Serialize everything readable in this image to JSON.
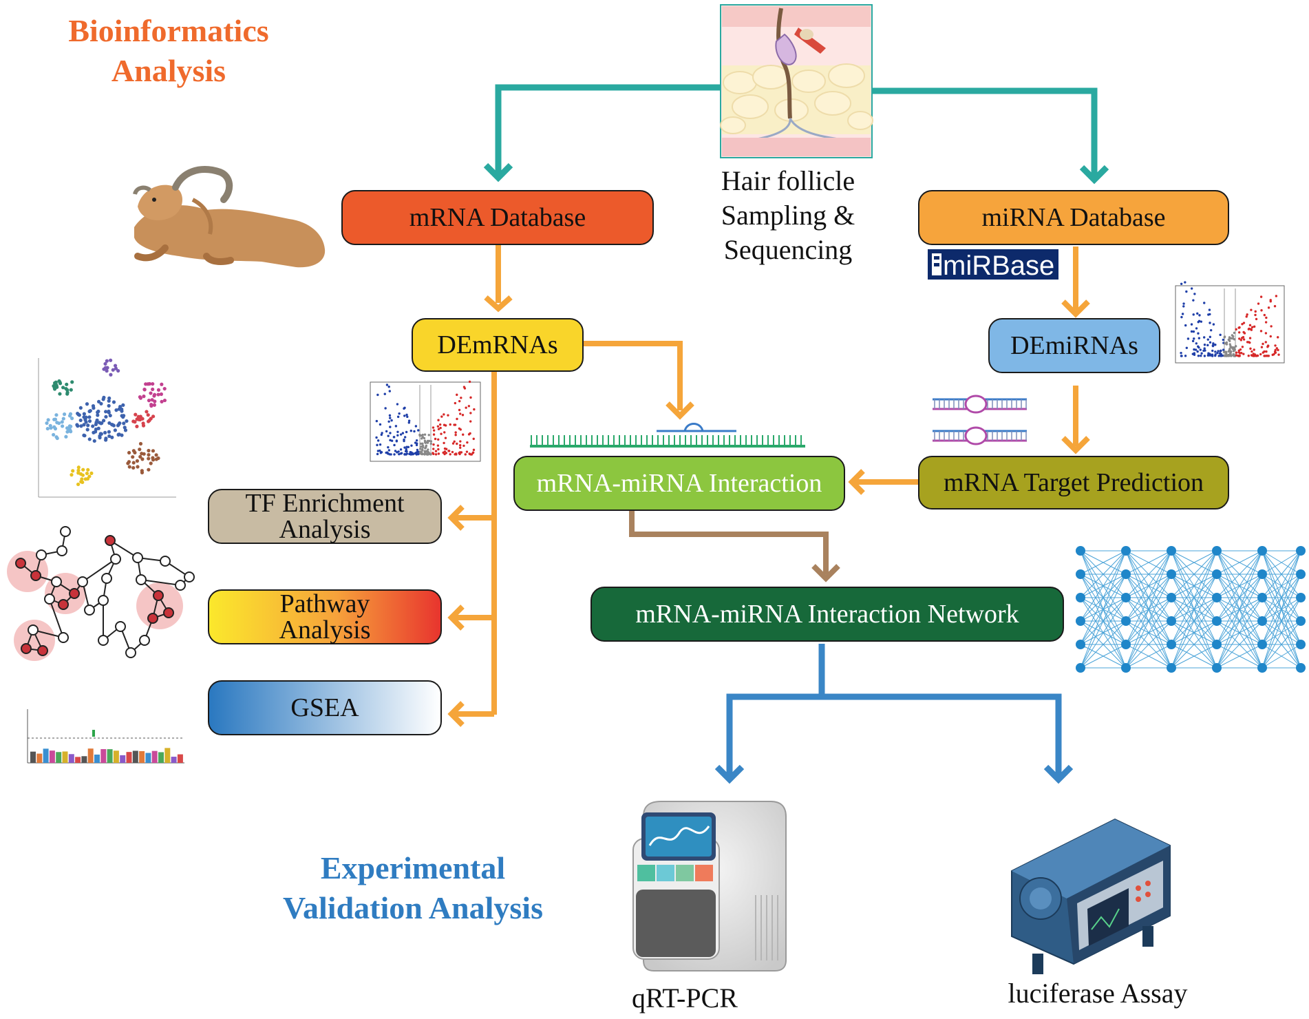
{
  "headings": {
    "bioinformatics": [
      "Bioinformatics",
      "Analysis"
    ],
    "experimental": [
      "Experimental",
      "Validation Analysis"
    ]
  },
  "sample_label": [
    "Hair follicle",
    "Sampling &",
    "Sequencing"
  ],
  "nodes": {
    "mrna_db": "mRNA Database",
    "mirna_db": "miRNA Database",
    "demrnas": "DEmRNAs",
    "demirnas": "DEmiRNAs",
    "interaction": "mRNA-miRNA Interaction",
    "target_prediction": "mRNA Target Prediction",
    "tf_enrichment": [
      "TF Enrichment",
      "Analysis"
    ],
    "pathway": [
      "Pathway",
      "Analysis"
    ],
    "gsea": "GSEA",
    "network": "mRNA-miRNA Interaction Network"
  },
  "mirbase_logo": "miRBase",
  "outputs": {
    "qrtpcr": "qRT-PCR",
    "luciferase": "luciferase Assay"
  },
  "colors": {
    "teal_arrow": "#2aa9a0",
    "orange_arrow": "#f5a53a",
    "brown_arrow": "#a9825e",
    "blue_arrow": "#3a86c6",
    "bioinformatics_heading": "#ef6a2c",
    "experimental_heading": "#2f7cc1",
    "mrna_db_fill": "#ec5a2b",
    "mirna_db_fill": "#f6a43c",
    "demrnas_fill": "#f9d52a",
    "demirnas_fill": "#7fb7e6",
    "interaction_fill": "#8cc63f",
    "target_fill": "#a7a21f",
    "tf_fill": "#c8bba3",
    "network_fill": "#17693a",
    "mirbase_bg": "#0d2a6b"
  }
}
